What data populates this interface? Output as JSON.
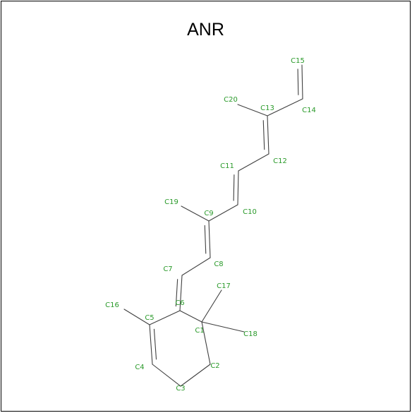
{
  "title": "ANR",
  "label_color": "#2a9a2a",
  "bond_color": "#404040",
  "atoms": [
    {
      "id": "C1",
      "label": "C1"
    },
    {
      "id": "C2",
      "label": "C2"
    },
    {
      "id": "C3",
      "label": "C3"
    },
    {
      "id": "C4",
      "label": "C4"
    },
    {
      "id": "C5",
      "label": "C5"
    },
    {
      "id": "C6",
      "label": "C6"
    },
    {
      "id": "C7",
      "label": "C7"
    },
    {
      "id": "C8",
      "label": "C8"
    },
    {
      "id": "C9",
      "label": "C9"
    },
    {
      "id": "C10",
      "label": "C10"
    },
    {
      "id": "C11",
      "label": "C11"
    },
    {
      "id": "C12",
      "label": "C12"
    },
    {
      "id": "C13",
      "label": "C13"
    },
    {
      "id": "C14",
      "label": "C14"
    },
    {
      "id": "C15",
      "label": "C15"
    },
    {
      "id": "C16",
      "label": "C16"
    },
    {
      "id": "C17",
      "label": "C17"
    },
    {
      "id": "C18",
      "label": "C18"
    },
    {
      "id": "C19",
      "label": "C19"
    },
    {
      "id": "C20",
      "label": "C20"
    }
  ],
  "bonds": [
    {
      "a": "C1",
      "b": "C2",
      "order": 1
    },
    {
      "a": "C2",
      "b": "C3",
      "order": 1
    },
    {
      "a": "C3",
      "b": "C4",
      "order": 1
    },
    {
      "a": "C4",
      "b": "C5",
      "order": 2
    },
    {
      "a": "C5",
      "b": "C6",
      "order": 1
    },
    {
      "a": "C6",
      "b": "C1",
      "order": 1
    },
    {
      "a": "C5",
      "b": "C16",
      "order": 1
    },
    {
      "a": "C1",
      "b": "C17",
      "order": 1
    },
    {
      "a": "C1",
      "b": "C18",
      "order": 1
    },
    {
      "a": "C6",
      "b": "C7",
      "order": 2
    },
    {
      "a": "C7",
      "b": "C8",
      "order": 1
    },
    {
      "a": "C8",
      "b": "C9",
      "order": 2
    },
    {
      "a": "C9",
      "b": "C19",
      "order": 1
    },
    {
      "a": "C9",
      "b": "C10",
      "order": 1
    },
    {
      "a": "C10",
      "b": "C11",
      "order": 2
    },
    {
      "a": "C11",
      "b": "C12",
      "order": 1
    },
    {
      "a": "C12",
      "b": "C13",
      "order": 2
    },
    {
      "a": "C13",
      "b": "C20",
      "order": 1
    },
    {
      "a": "C13",
      "b": "C14",
      "order": 1
    },
    {
      "a": "C14",
      "b": "C15",
      "order": 2
    }
  ]
}
